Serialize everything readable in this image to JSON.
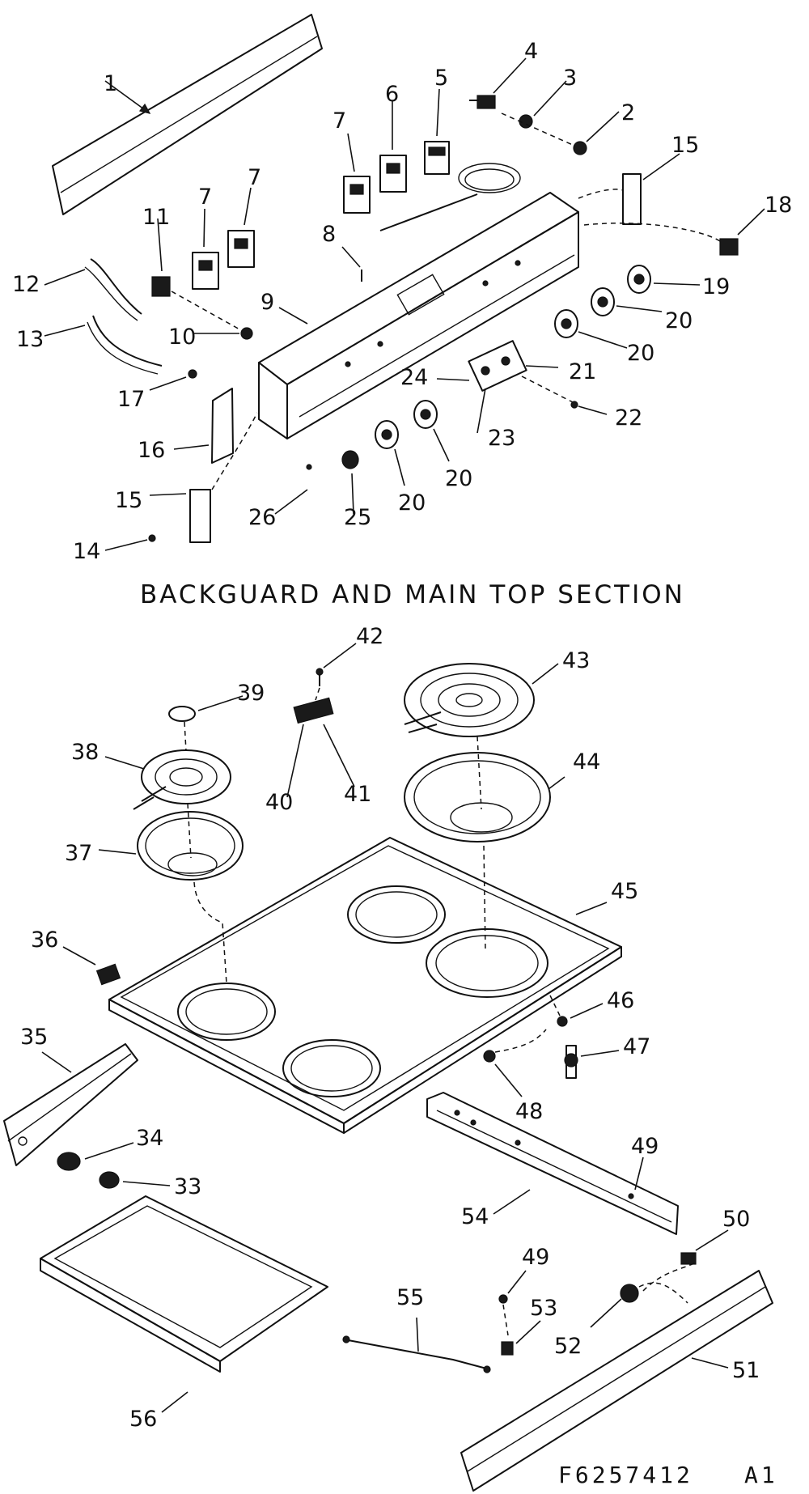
{
  "section_title": "BACKGUARD AND MAIN TOP SECTION",
  "drawing_code": "F6257412",
  "drawing_suffix": "A1",
  "callouts": {
    "c1": "1",
    "c2": "2",
    "c3": "3",
    "c4": "4",
    "c5": "5",
    "c6": "6",
    "c7a": "7",
    "c7b": "7",
    "c7c": "7",
    "c8": "8",
    "c9": "9",
    "c10": "10",
    "c11": "11",
    "c12": "12",
    "c13": "13",
    "c14": "14",
    "c15a": "15",
    "c15b": "15",
    "c16": "16",
    "c17": "17",
    "c18": "18",
    "c19": "19",
    "c20a": "20",
    "c20b": "20",
    "c20c": "20",
    "c20d": "20",
    "c21": "21",
    "c22": "22",
    "c23": "23",
    "c24": "24",
    "c25": "25",
    "c26": "26",
    "c33": "33",
    "c34": "34",
    "c35": "35",
    "c36": "36",
    "c37": "37",
    "c38": "38",
    "c39": "39",
    "c40": "40",
    "c41": "41",
    "c42": "42",
    "c43": "43",
    "c44": "44",
    "c45": "45",
    "c46": "46",
    "c47": "47",
    "c48": "48",
    "c49a": "49",
    "c49b": "49",
    "c50": "50",
    "c51": "51",
    "c52": "52",
    "c53": "53",
    "c54": "54",
    "c55": "55",
    "c56": "56"
  }
}
